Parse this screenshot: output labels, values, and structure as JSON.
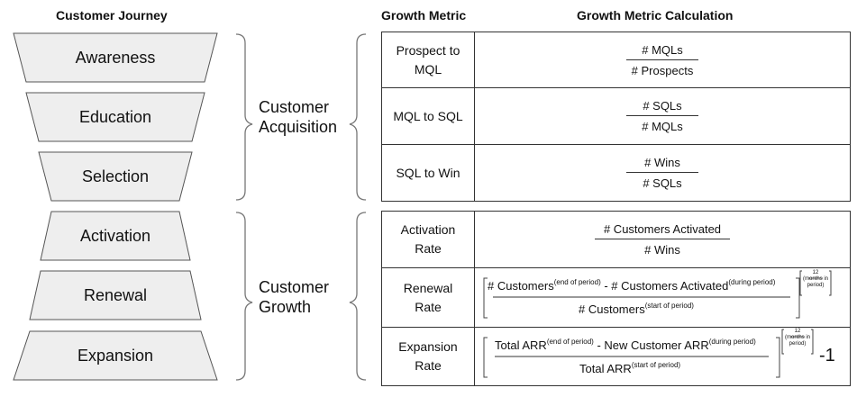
{
  "headers": {
    "journey": "Customer Journey",
    "metric": "Growth Metric",
    "calc": "Growth Metric Calculation"
  },
  "stages": [
    "Awareness",
    "Education",
    "Selection",
    "Activation",
    "Renewal",
    "Expansion"
  ],
  "groups": {
    "acquisition": [
      "Customer",
      "Acquisition"
    ],
    "growth": [
      "Customer",
      "Growth"
    ]
  },
  "metrics": [
    {
      "name": [
        "Prospect to",
        "MQL"
      ],
      "num": "# MQLs",
      "den": "# Prospects"
    },
    {
      "name": [
        "MQL to SQL"
      ],
      "num": "# SQLs",
      "den": "# MQLs"
    },
    {
      "name": [
        "SQL to Win"
      ],
      "num": "# Wins",
      "den": "# SQLs"
    },
    {
      "name": [
        "Activation",
        "Rate"
      ],
      "num": "# Customers Activated",
      "den": "# Wins"
    }
  ],
  "renewal": {
    "name": [
      "Renewal",
      "Rate"
    ],
    "num_a": "# Customers",
    "num_a_sup": "(end of period)",
    "num_b": " - # Customers Activated",
    "num_b_sup": "(during period)",
    "den": "# Customers",
    "den_sup": "(start of period)",
    "exp_top": "12",
    "exp_bottom": [
      "(months in",
      "period)"
    ]
  },
  "expansion": {
    "name": [
      "Expansion",
      "Rate"
    ],
    "num_a": "Total ARR",
    "num_a_sup": "(end of period)",
    "num_b": " - New Customer ARR",
    "num_b_sup": "(during period)",
    "den": "Total ARR",
    "den_sup": "(start of period)",
    "exp_top": "12",
    "exp_bottom": [
      "(months in",
      "period)"
    ],
    "suffix": "-1"
  },
  "colors": {
    "shape_fill": "#eeeeee",
    "stroke": "#555555"
  }
}
